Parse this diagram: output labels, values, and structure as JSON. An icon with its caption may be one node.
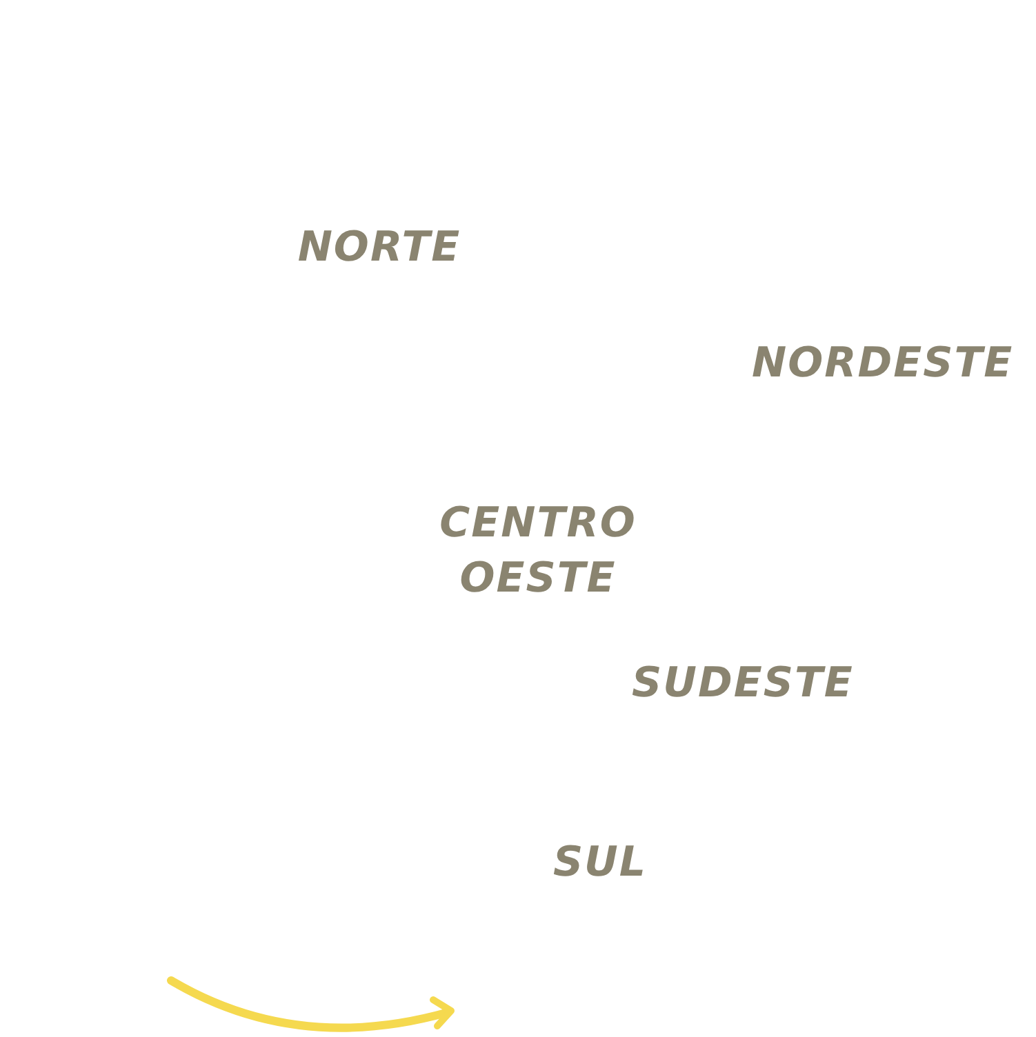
{
  "diagram": {
    "labels": [
      "NORTE",
      "NORDESTE",
      "CENTRO OESTE",
      "SUDESTE",
      "SUL"
    ]
  }
}
